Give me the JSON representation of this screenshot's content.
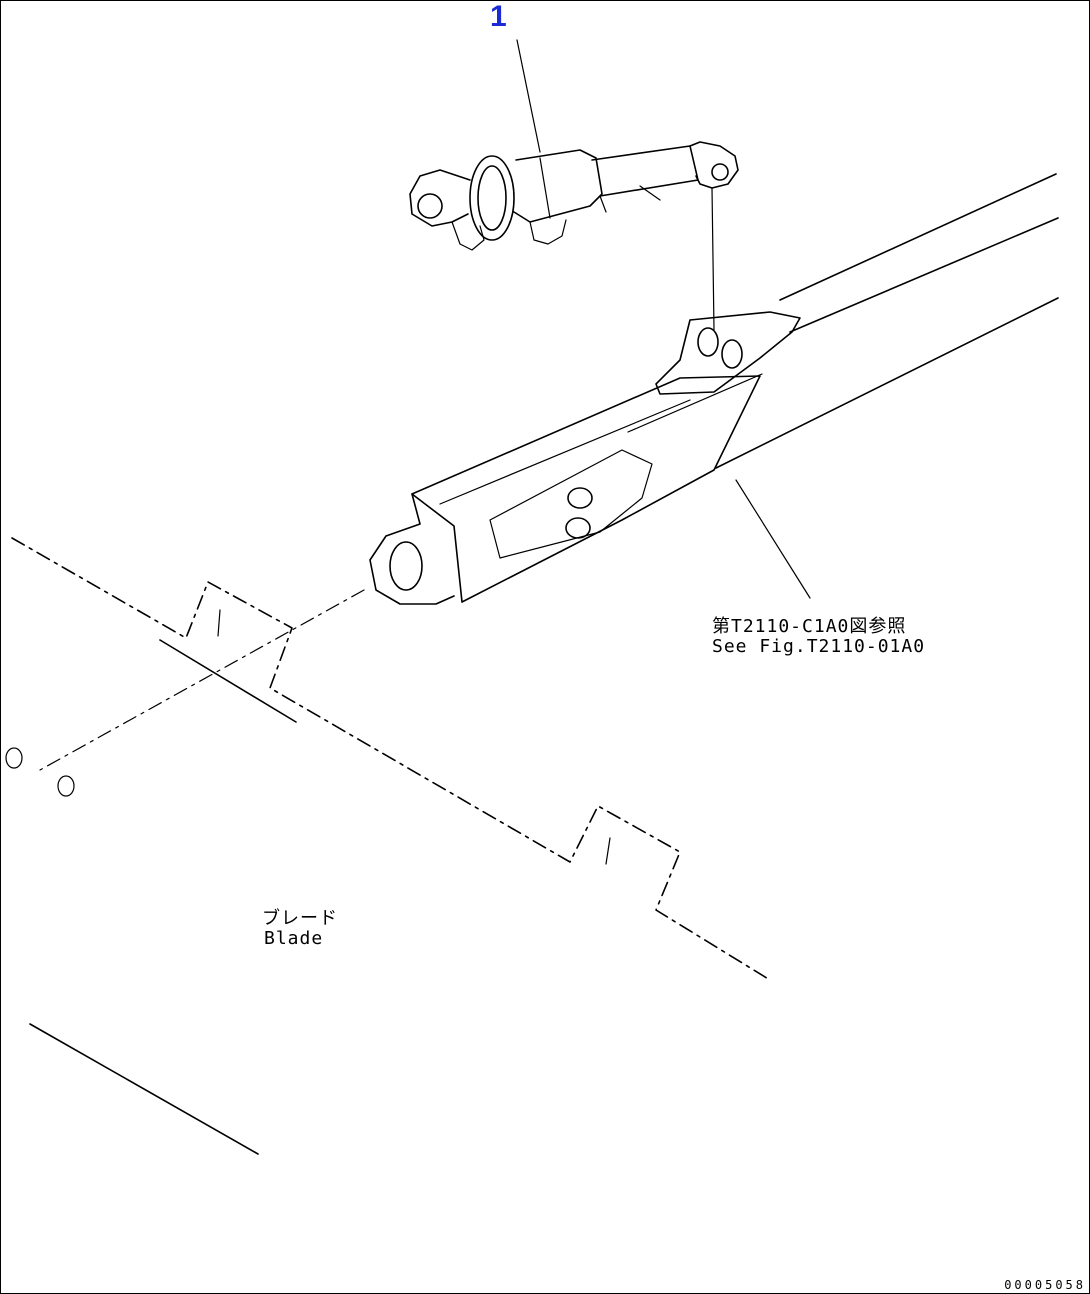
{
  "callout": {
    "number": "1"
  },
  "reference": {
    "japanese": "第T2110-C1A0図参照",
    "english": "See Fig.T2110-01A0"
  },
  "blade": {
    "japanese": "ブレード",
    "english": "Blade"
  },
  "document": {
    "number": "00005058"
  },
  "colors": {
    "callout": "#1a2bd6",
    "lines": "#000000",
    "background": "#ffffff"
  }
}
